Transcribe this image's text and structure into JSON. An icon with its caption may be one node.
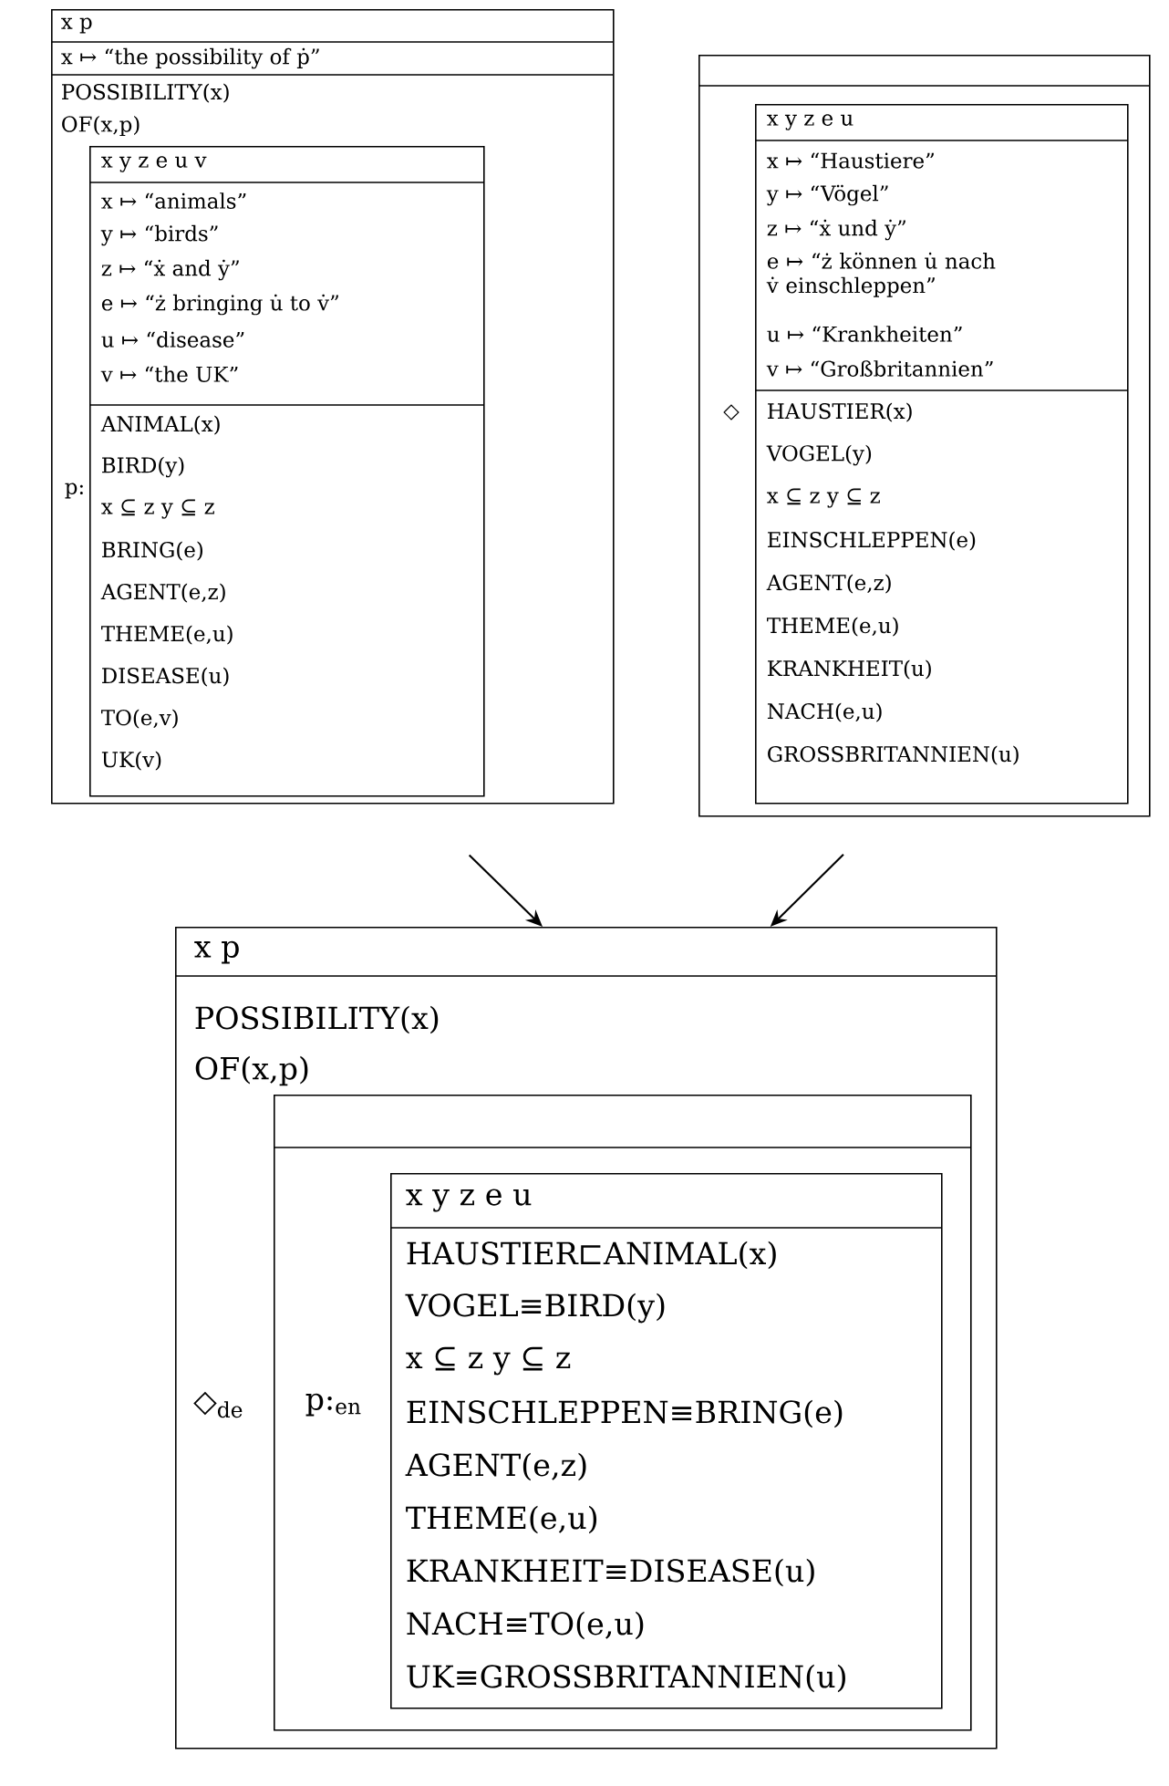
{
  "diagram": {
    "nodes": [
      {
        "text": [
          "x p",
          "x ↦ “the possibility of ṗ”",
          "POSSIBILITY(x)",
          "OF(x,p)"
        ]
      },
      {
        "text": [
          "x y z e u v",
          "x ↦ “animals”",
          "y ↦ “birds”",
          "z ↦ “ẋ and ẏ”",
          "e ↦ “ż bringing u̇ to v̇”",
          "u ↦ “disease”",
          "v ↦ “the UK”",
          "ANIMAL(x)",
          "BIRD(y)",
          "x ⊆ z y ⊆ z",
          "BRING(e)",
          "AGENT(e,z)",
          "THEME(e,u)",
          "DISEASE(u)",
          "TO(e,v)",
          "UK(v)"
        ],
        "in": 0,
        "beside": [
          "p:"
        ]
      },
      {
        "text": [],
        "shape": "box"
      },
      {
        "text": [
          "x y z e u",
          "x ↦ “Haustiere”",
          "y ↦ “Vögel”",
          "z ↦ “ẋ und ẏ”",
          "e ↦ “ż können u̇ nach v̇ einschleppen”",
          "u ↦ “Krankheiten”",
          "v ↦ “Großbritannien”",
          "HAUSTIER(x)",
          "VOGEL(y)",
          "x ⊆ z y ⊆ z",
          "EINSCHLEPPEN(e)",
          "AGENT(e,z)",
          "THEME(e,u)",
          "KRANKHEIT(u)",
          "NACH(e,u)",
          "GROSSBRITANNIEN(u)"
        ],
        "in": 2,
        "beside": [
          "◇"
        ]
      },
      {
        "text": [
          "x p",
          "POSSIBILITY(x)",
          "OF(x,p)"
        ]
      },
      {
        "text": [],
        "shape": "box",
        "in": 4,
        "beside": [
          "◇$_{de}$"
        ]
      },
      {
        "text": [
          "x y z e u",
          "HAUSTIER⊏ANIMAL(x)",
          "VOGEL≡BIRD(y)",
          "x ⊆ z y ⊆ z",
          "EINSCHLEPPEN≡BRING(e)",
          "AGENT(e,z)",
          "THEME(e,u)",
          "KRANKHEIT≡DISEASE(u)",
          "NACH≡TO(e,u)",
          "UK≡GROSSBRITANNIEN(u)"
        ],
        "in": 5,
        "beside": [
          "p:$_{en}$"
        ]
      }
    ],
    "edges": [
      {
        "from": 0,
        "to": 4,
        "arrow": "to"
      },
      {
        "from": 2,
        "to": 4,
        "arrow": "to"
      }
    ]
  }
}
